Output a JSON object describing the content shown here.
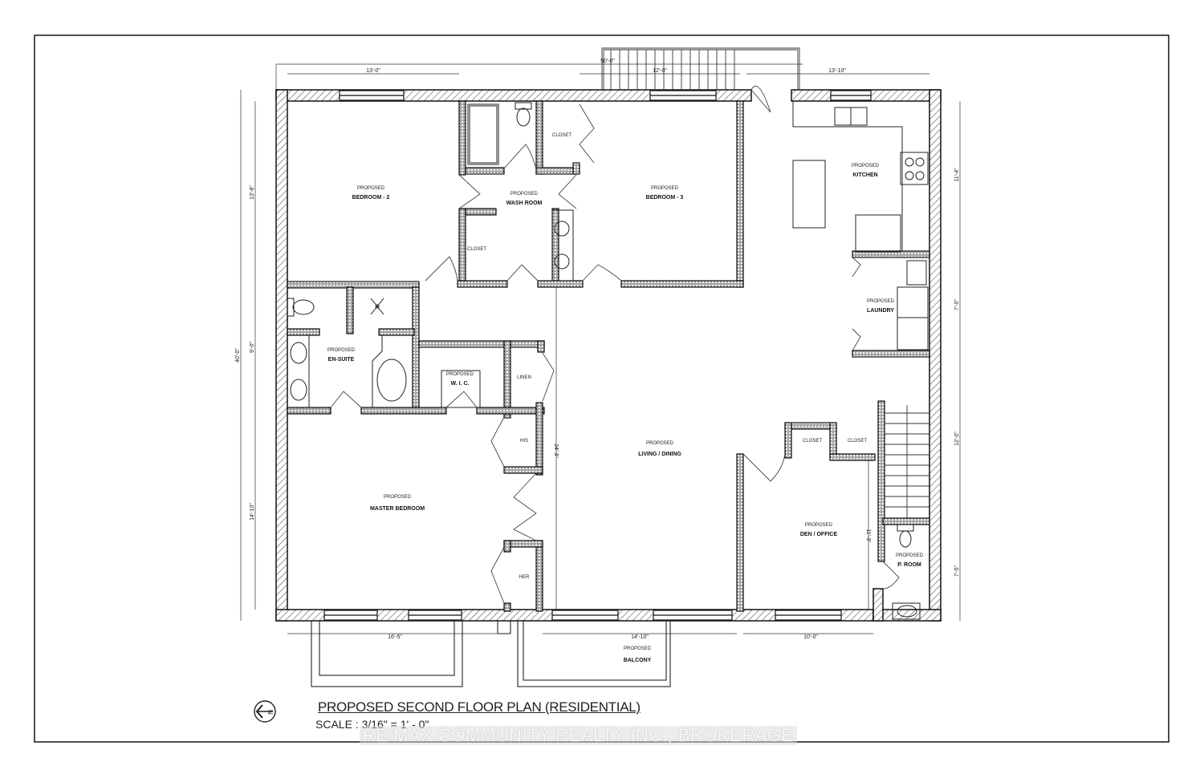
{
  "drawing": {
    "title": "PROPOSED SECOND FLOOR PLAN (RESIDENTIAL)",
    "scale": "SCALE :  3/16\" = 1' - 0\"",
    "watermark": "RE/MAX COMMUNITY REALTY INC., BROKERAGE",
    "north_arrow": "north-arrow-icon"
  },
  "rooms": {
    "bedroom2": {
      "prefix": "PROPOSED",
      "name": "BEDROOM - 2"
    },
    "washroom": {
      "prefix": "PROPOSED",
      "name": "WASH ROOM"
    },
    "bedroom3": {
      "prefix": "PROPOSED",
      "name": "BEDROOM - 3"
    },
    "kitchen": {
      "prefix": "PROPOSED",
      "name": "KITCHEN"
    },
    "laundry": {
      "prefix": "PROPOSED",
      "name": "LAUNDRY"
    },
    "ensuite": {
      "prefix": "PROPOSED",
      "name": "EN-SUITE"
    },
    "wic": {
      "prefix": "PROPOSED",
      "name": "W. I. C."
    },
    "living": {
      "prefix": "PROPOSED",
      "name": "LIVING / DINING"
    },
    "master": {
      "prefix": "PROPOSED",
      "name": "MASTER BEDROOM"
    },
    "den": {
      "prefix": "PROPOSED",
      "name": "DEN / OFFICE"
    },
    "proom": {
      "prefix": "PROPOSED",
      "name": "P. ROOM"
    },
    "balcony": {
      "prefix": "PROPOSED",
      "name": "BALCONY"
    }
  },
  "closets": {
    "closet_top": "CLOSET",
    "closet_wash": "CLOSET",
    "linen": "LINEN",
    "his": "HIS",
    "her": "HER",
    "den_closet1": "CLOSET",
    "den_closet2": "CLOSET"
  },
  "dimensions": {
    "top_overall": "50'-0\"",
    "top_left": "13'-0\"",
    "top_mid": "12'-0\"",
    "top_right": "13'-10\"",
    "left_overall": "40'-0\"",
    "left_top": "13'-8\"",
    "left_mid": "9'-0\"",
    "left_bottom": "14'-10\"",
    "right_1": "11'-4\"",
    "right_2": "7'-0\"",
    "right_3": "12'-0\"",
    "right_4": "7'-5\"",
    "bottom_left": "16'-5\"",
    "bottom_mid": "14'-10\"",
    "bottom_right": "10'-0\"",
    "interior_living": "24'-3\"",
    "interior_den": "11'-3\""
  }
}
